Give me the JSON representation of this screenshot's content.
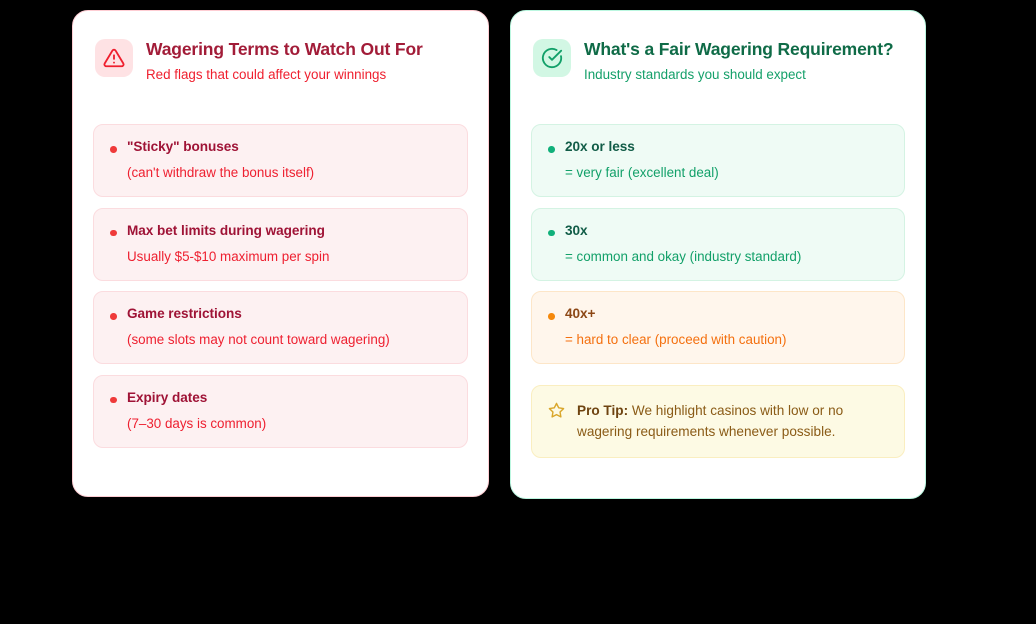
{
  "theme": {
    "page_background": "#000000",
    "danger_accent": "#ef1f2e",
    "danger_title": "#a21c38",
    "good_accent": "#15a06a",
    "good_title": "#0f6b47",
    "warn_accent": "#f4700f",
    "tip_accent": "#8a5b16"
  },
  "danger_card": {
    "icon": "alert-triangle-icon",
    "title": "Wagering Terms to Watch Out For",
    "subtitle": "Red flags that could affect your winnings",
    "items": [
      {
        "bullet": "red",
        "title": "\"Sticky\" bonuses",
        "desc": "(can't withdraw the bonus itself)"
      },
      {
        "bullet": "red",
        "title": "Max bet limits during wagering",
        "desc": "Usually $5-$10 maximum per spin"
      },
      {
        "bullet": "red",
        "title": "Game restrictions",
        "desc": "(some slots may not count toward wagering)"
      },
      {
        "bullet": "red",
        "title": "Expiry dates",
        "desc": "(7–30 days is common)"
      }
    ]
  },
  "good_card": {
    "icon": "check-circle-icon",
    "title": "What's a Fair Wagering Requirement?",
    "subtitle": "Industry standards you should expect",
    "items": [
      {
        "bullet": "green",
        "title": "20x or less",
        "desc": "= very fair (excellent deal)"
      },
      {
        "bullet": "green",
        "title": "30x",
        "desc": "= common and okay (industry standard)"
      },
      {
        "bullet": "orange",
        "title": "40x+",
        "desc": "= hard to clear (proceed with caution)"
      }
    ],
    "pro_tip": {
      "icon": "star-icon",
      "label": "Pro Tip:",
      "text": " We highlight casinos with low or no wagering requirements whenever possible."
    }
  }
}
